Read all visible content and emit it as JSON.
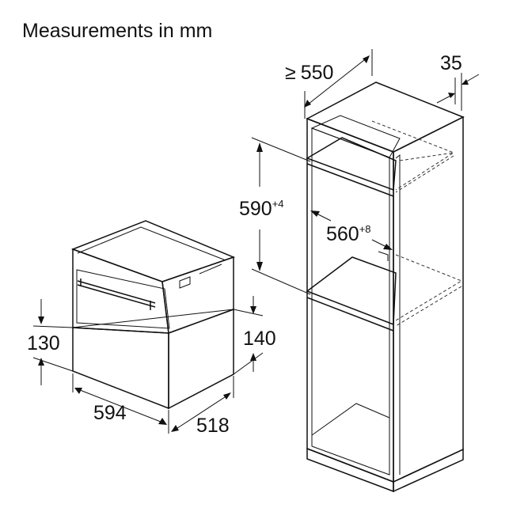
{
  "title": "Measurements in mm",
  "appliance": {
    "dim_height_drawer": "130",
    "dim_height_side": "140",
    "dim_width": "594",
    "dim_depth": "518"
  },
  "cabinet": {
    "dim_depth": "550",
    "dim_depth_prefix": "≥",
    "dim_back_gap": "35",
    "dim_niche_height": "590",
    "dim_niche_height_tol": "+4",
    "dim_niche_width": "560",
    "dim_niche_width_tol": "+8"
  },
  "colors": {
    "line": "#111111",
    "drawer_fill": "#d3d3d3",
    "background": "#ffffff"
  }
}
